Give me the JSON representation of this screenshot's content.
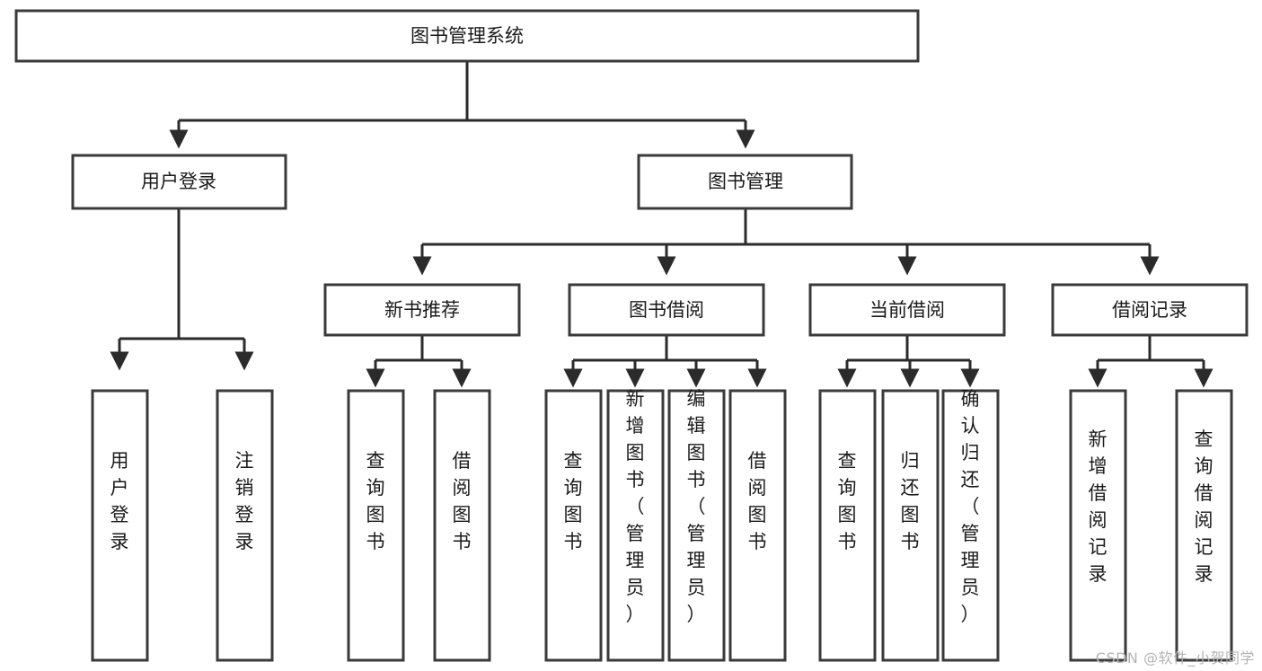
{
  "diagram": {
    "type": "tree-hierarchy",
    "title": "图书管理系统",
    "watermark": "CSDN @软件_小贺同学",
    "colors": {
      "box_stroke": "#3a3a3a",
      "box_fill": "#ffffff",
      "connector": "#2b2b2b",
      "text": "#1a1a1a",
      "watermark": "#b4b4b4",
      "background": "#ffffff"
    },
    "levels": {
      "root": "图书管理系统",
      "level2": [
        "用户登录",
        "图书管理"
      ],
      "level3": [
        "新书推荐",
        "图书借阅",
        "当前借阅",
        "借阅记录"
      ]
    },
    "nodes": {
      "root": {
        "label": "图书管理系统",
        "orientation": "horizontal"
      },
      "user_login": {
        "label": "用户登录",
        "orientation": "horizontal"
      },
      "book_manage": {
        "label": "图书管理",
        "orientation": "horizontal"
      },
      "new_book_rec": {
        "label": "新书推荐",
        "orientation": "horizontal"
      },
      "book_borrow": {
        "label": "图书借阅",
        "orientation": "horizontal"
      },
      "current_borrow": {
        "label": "当前借阅",
        "orientation": "horizontal"
      },
      "borrow_record": {
        "label": "借阅记录",
        "orientation": "horizontal"
      },
      "leaf_user_login": {
        "label": "用户登录",
        "orientation": "vertical"
      },
      "leaf_logout": {
        "label": "注销登录",
        "orientation": "vertical"
      },
      "leaf_query_book_1": {
        "label": "查询图书",
        "orientation": "vertical"
      },
      "leaf_borrow_book_1": {
        "label": "借阅图书",
        "orientation": "vertical"
      },
      "leaf_query_book_2": {
        "label": "查询图书",
        "orientation": "vertical"
      },
      "leaf_add_book": {
        "label": "新增图书（管理员）",
        "orientation": "vertical"
      },
      "leaf_edit_book": {
        "label": "编辑图书（管理员）",
        "orientation": "vertical"
      },
      "leaf_borrow_book_2": {
        "label": "借阅图书",
        "orientation": "vertical"
      },
      "leaf_query_book_3": {
        "label": "查询图书",
        "orientation": "vertical"
      },
      "leaf_return_book": {
        "label": "归还图书",
        "orientation": "vertical"
      },
      "leaf_confirm_return": {
        "label": "确认归还（管理员）",
        "orientation": "vertical"
      },
      "leaf_add_record": {
        "label": "新增借阅记录",
        "orientation": "vertical"
      },
      "leaf_query_record": {
        "label": "查询借阅记录",
        "orientation": "vertical"
      }
    },
    "edges": [
      {
        "from": "图书管理系统",
        "to": "用户登录"
      },
      {
        "from": "图书管理系统",
        "to": "图书管理"
      },
      {
        "from": "图书管理",
        "to": "新书推荐"
      },
      {
        "from": "图书管理",
        "to": "图书借阅"
      },
      {
        "from": "图书管理",
        "to": "当前借阅"
      },
      {
        "from": "图书管理",
        "to": "借阅记录"
      },
      {
        "from": "用户登录",
        "to": "用户登录"
      },
      {
        "from": "用户登录",
        "to": "注销登录"
      },
      {
        "from": "新书推荐",
        "to": "查询图书"
      },
      {
        "from": "新书推荐",
        "to": "借阅图书"
      },
      {
        "from": "图书借阅",
        "to": "查询图书"
      },
      {
        "from": "图书借阅",
        "to": "新增图书（管理员）"
      },
      {
        "from": "图书借阅",
        "to": "编辑图书（管理员）"
      },
      {
        "from": "图书借阅",
        "to": "借阅图书"
      },
      {
        "from": "当前借阅",
        "to": "查询图书"
      },
      {
        "from": "当前借阅",
        "to": "归还图书"
      },
      {
        "from": "当前借阅",
        "to": "确认归还（管理员）"
      },
      {
        "from": "借阅记录",
        "to": "新增借阅记录"
      },
      {
        "from": "借阅记录",
        "to": "查询借阅记录"
      }
    ]
  }
}
